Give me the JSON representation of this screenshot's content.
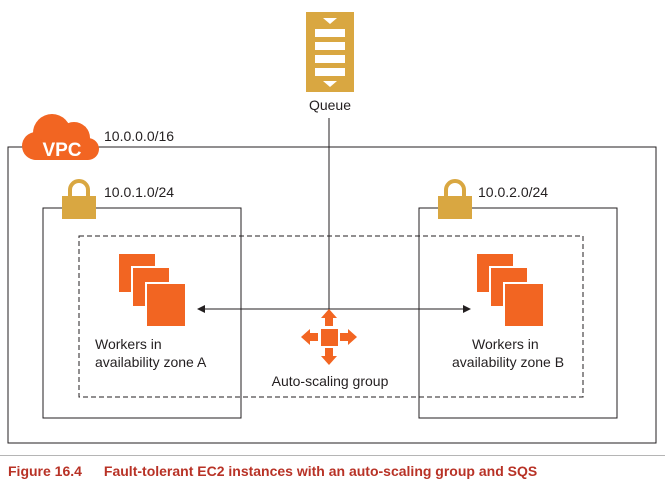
{
  "queue": {
    "label": "Queue",
    "icon": "queue-icon"
  },
  "vpc": {
    "badge": "VPC",
    "cidr": "10.0.0.0/16"
  },
  "subnets": [
    {
      "cidr": "10.0.1.0/24",
      "icon": "lock-icon"
    },
    {
      "cidr": "10.0.2.0/24",
      "icon": "lock-icon"
    }
  ],
  "workers": [
    {
      "line1": "Workers in",
      "line2": "availability zone A",
      "icon": "ec2-instances-icon"
    },
    {
      "line1": "Workers in",
      "line2": "availability zone B",
      "icon": "ec2-instances-icon"
    }
  ],
  "autoscaling": {
    "label": "Auto-scaling group",
    "icon": "auto-scaling-icon"
  },
  "caption": {
    "number": "Figure 16.4",
    "text": "Fault-tolerant EC2 instances with an auto-scaling group and SQS"
  },
  "colors": {
    "aws_orange": "#f26522",
    "queue_gold": "#d9a741",
    "lock_gold": "#d9a741",
    "caption_red": "#b83226"
  }
}
